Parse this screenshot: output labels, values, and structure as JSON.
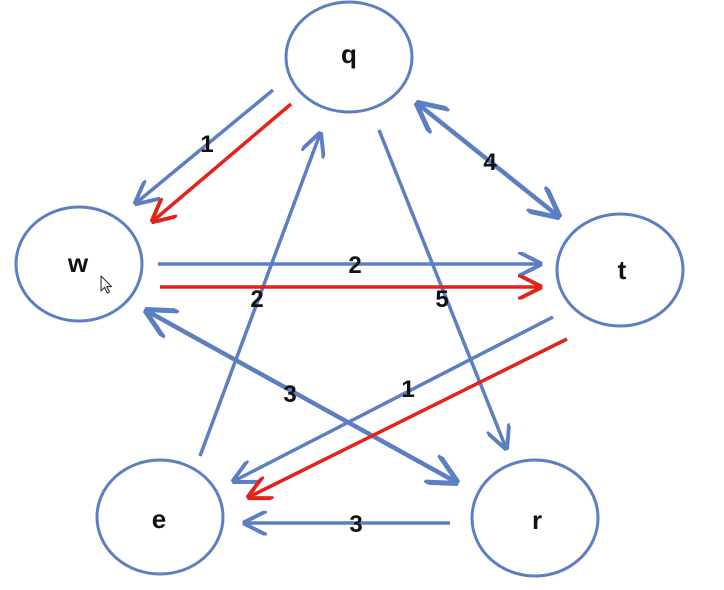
{
  "colors": {
    "node_stroke": "#5b7fc0",
    "edge_blue": "#5b7fc0",
    "edge_red": "#e2231a"
  },
  "nodes": {
    "q": {
      "label": "q"
    },
    "w": {
      "label": "w"
    },
    "t": {
      "label": "t"
    },
    "e": {
      "label": "e"
    },
    "r": {
      "label": "r"
    }
  },
  "edges": [
    {
      "from": "q",
      "to": "w",
      "weight": "1"
    },
    {
      "from": "q",
      "to": "t",
      "weight": "4",
      "bidirectional": true
    },
    {
      "from": "w",
      "to": "t",
      "weight": "2"
    },
    {
      "from": "q",
      "to": "r",
      "weight": "5"
    },
    {
      "from": "e",
      "to": "q",
      "weight": "2"
    },
    {
      "from": "r",
      "to": "w",
      "weight": "3",
      "bidirectional": true
    },
    {
      "from": "t",
      "to": "e",
      "weight": "1"
    },
    {
      "from": "r",
      "to": "e",
      "weight": "3"
    }
  ],
  "highlighted_path": [
    {
      "from": "q",
      "to": "w"
    },
    {
      "from": "w",
      "to": "t"
    },
    {
      "from": "t",
      "to": "e"
    }
  ],
  "cursor_icon": "mouse-pointer-icon"
}
